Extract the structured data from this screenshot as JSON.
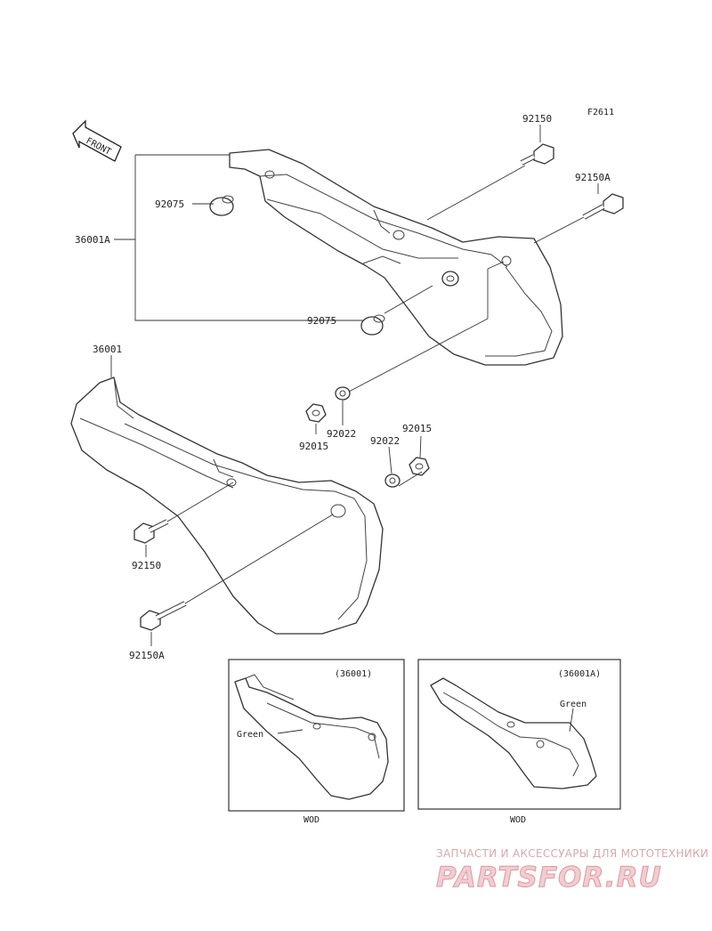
{
  "figure_code": "F2611",
  "front_arrow_label": "FRONT",
  "callouts": {
    "bolt_upper": "92150",
    "bolt_upper_a": "92150A",
    "cap_upper": "92075",
    "cover_left_group": "36001A",
    "cap_lower": "92075",
    "cover_right": "36001",
    "nut_left": "92015",
    "washer_left": "92022",
    "washer_right": "92022",
    "nut_right": "92015",
    "bolt_lower": "92150",
    "bolt_lower_a": "92150A"
  },
  "inset_left": {
    "part_ref": "(36001)",
    "color_label": "Green",
    "model": "WOD"
  },
  "inset_right": {
    "part_ref": "(36001A)",
    "color_label": "Green",
    "model": "WOD"
  },
  "watermark": {
    "tagline": "ЗАПЧАСТИ И АКСЕССУАРЫ ДЛЯ МОТОТЕХНИКИ",
    "brand": "PARTSFOR.RU"
  }
}
